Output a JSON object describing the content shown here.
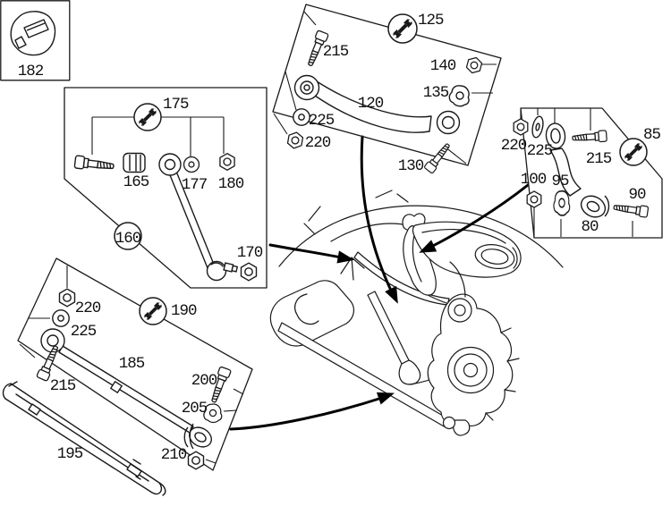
{
  "diagram": {
    "background_color": "#ffffff",
    "line_color": "#1a1a1a",
    "boxes": {
      "retainer_box": {
        "parts": {
          "p182": "182"
        }
      },
      "stabilizer_link_box": {
        "wrench_badge": "175",
        "group_badge": "160",
        "parts": {
          "p165": "165",
          "p177": "177",
          "p180": "180",
          "p170": "170"
        }
      },
      "upper_control_arm_box": {
        "wrench_badge": "125",
        "parts": {
          "p215": "215",
          "p120": "120",
          "p225": "225",
          "p220": "220",
          "p130": "130",
          "p135": "135",
          "p140": "140"
        }
      },
      "camber_strut_box": {
        "wrench_badge": "85",
        "parts": {
          "p220": "220",
          "p225": "225",
          "p215": "215",
          "p100": "100",
          "p95": "95",
          "p90": "90",
          "p80": "80"
        }
      },
      "track_rod_box": {
        "wrench_badge": "190",
        "parts": {
          "p220": "220",
          "p225": "225",
          "p215": "215",
          "p185": "185",
          "p200": "200",
          "p205": "205",
          "p210": "210",
          "p195": "195"
        }
      }
    }
  }
}
